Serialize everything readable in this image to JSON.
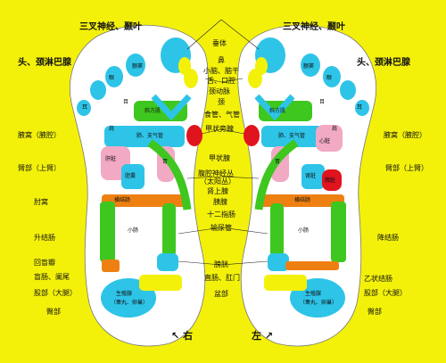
{
  "titles": {
    "trigeminal_left": "三叉神经、颞叶",
    "trigeminal_right": "三叉神经、颞叶",
    "lymph_left": "头、颈淋巴腺",
    "lymph_right": "头、颈淋巴腺"
  },
  "center_labels": [
    "垂体",
    "鼻",
    "小脑、脑干",
    "舌、口腔",
    "颈动脉",
    "颈",
    "食管、气管",
    "甲状旁腺",
    "甲状腺",
    "腹腔神经丛",
    "（太阳丛）",
    "肾上腺",
    "胰腺",
    "十二指肠",
    "输尿管",
    "膀胱",
    "直肠、肛门",
    "盆部"
  ],
  "left_labels": [
    "腋窝（腋腔）",
    "臂部（上臂）",
    "肘窝",
    "升结肠",
    "回盲瓣",
    "盲肠、阑尾",
    "股部（大腿）",
    "臀部"
  ],
  "right_labels": [
    "腋窝（腋腔）",
    "臂部（上臂）",
    "降结肠",
    "乙状结肠",
    "股部（大腿）",
    "臀部"
  ],
  "foot_zones": {
    "sinus": "额窦",
    "eye": "眼",
    "ear": "耳",
    "eye2": "目",
    "trapezius": "斜方肌",
    "shoulder": "肩",
    "lung": "肺、支气管",
    "liver": "肝脏",
    "gallbladder": "胆囊",
    "stomach": "胃",
    "kidney": "肾脏",
    "transverse_colon": "横结肠",
    "small_intestine": "小肠",
    "heart": "心脏",
    "spleen": "脾脏",
    "gonad": "生殖腺",
    "gonad_sub": "（睾丸、卵巢）"
  },
  "directions": {
    "right": "右",
    "left": "左"
  },
  "colors": {
    "background": "#f3f10a",
    "foot": "#ffffff",
    "green": "#3ec71f",
    "cyan": "#2ec4e8",
    "red": "#e0141e",
    "orange": "#ee8012",
    "pink": "#f2a9c4",
    "lavender": "#bca0d8"
  }
}
